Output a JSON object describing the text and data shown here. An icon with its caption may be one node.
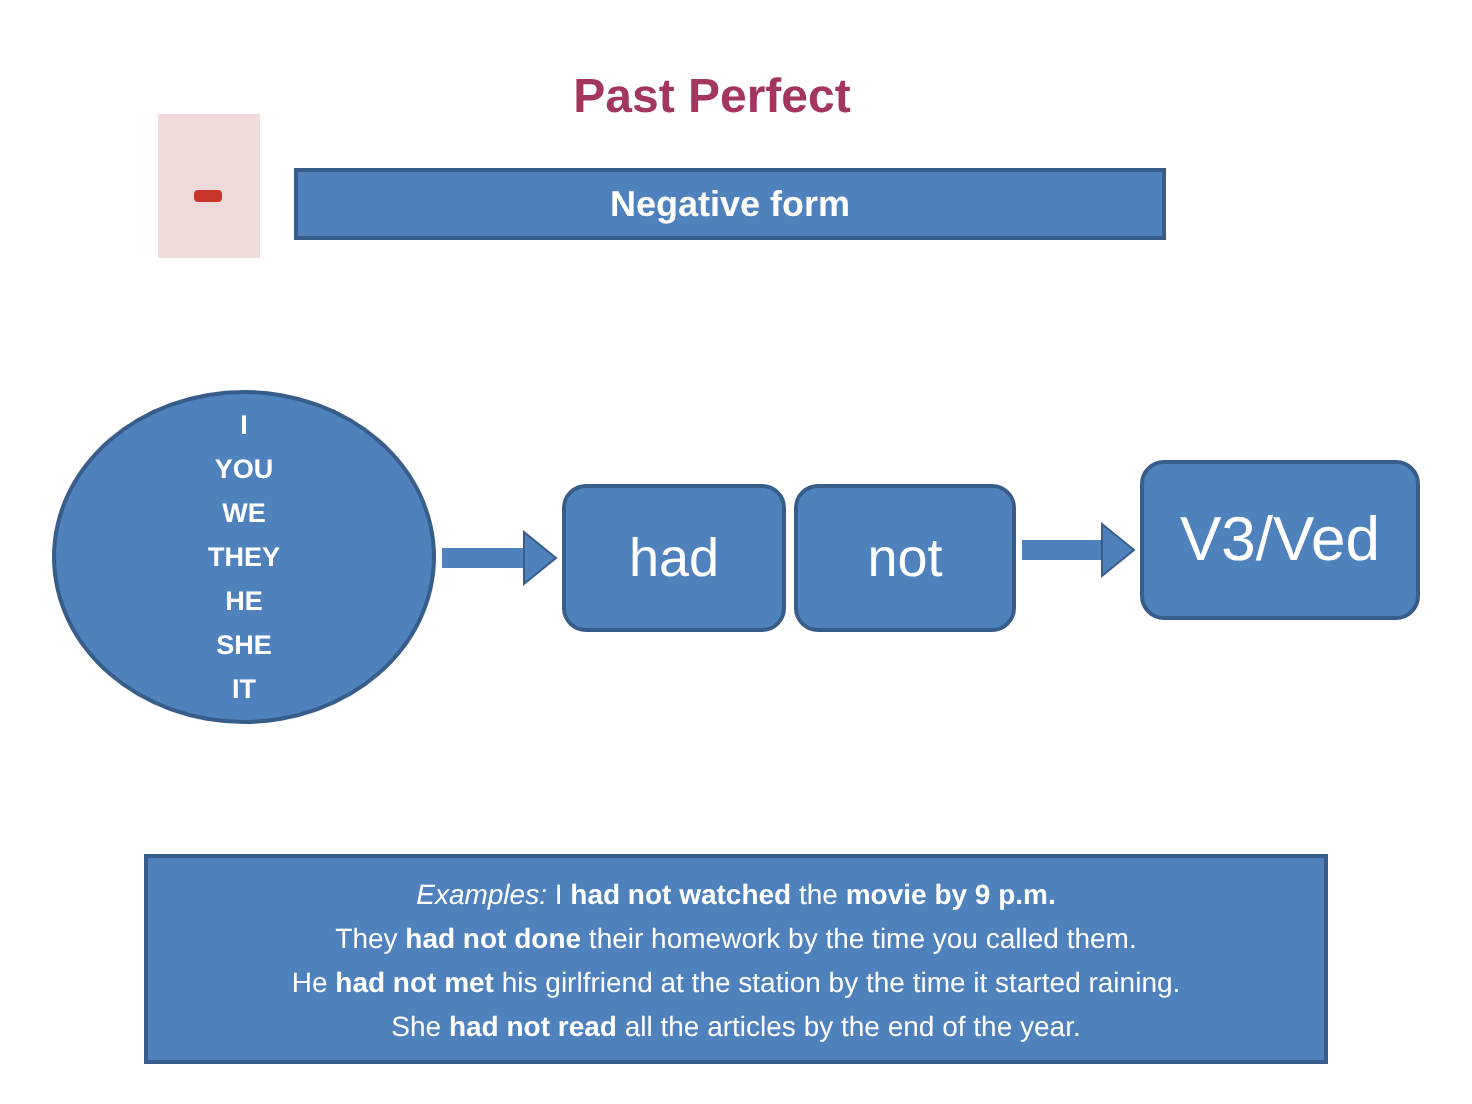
{
  "diagram": {
    "title": "Past Perfect",
    "nodes": [
      {
        "text": [
          "Negative form"
        ]
      },
      {
        "text": [
          "I",
          "YOU",
          "WE",
          "THEY",
          "HE",
          "SHE",
          "IT"
        ]
      },
      {
        "text": [
          "had"
        ]
      },
      {
        "text": [
          "not"
        ]
      },
      {
        "text": [
          "V3/Ved"
        ]
      },
      {
        "text": [
          "*Examples:* I **had not watched** the **movie by 9 p.m.**",
          "They **had not done** their homework by the time you called them.",
          "He **had not met** his girlfriend at the station by the time it started raining.",
          "She **had not read** all the articles by the end of the year."
        ]
      }
    ],
    "edges": [
      {
        "from": 1,
        "to": 2,
        "arrow": "to"
      },
      {
        "from": 3,
        "to": 4,
        "arrow": "to"
      }
    ]
  }
}
